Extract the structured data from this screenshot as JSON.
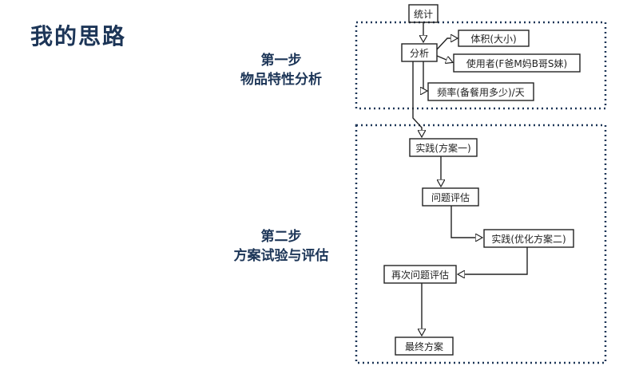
{
  "title": "我的思路",
  "steps": [
    {
      "heading": "第一步",
      "subtitle": "物品特性分析"
    },
    {
      "heading": "第二步",
      "subtitle": "方案试验与评估"
    }
  ],
  "nodes": {
    "stats": "统计",
    "analysis": "分析",
    "volume": "体积(大小)",
    "users": "使用者(F爸M妈B哥S妹)",
    "frequency": "频率(备餐用多少)/天",
    "practice1": "实践(方案一)",
    "eval1": "问题评估",
    "practice2": "实践(优化方案二)",
    "eval2": "再次问题评估",
    "final": "最终方案"
  },
  "colors": {
    "title": "#1c3557",
    "dotted_border": "#1c3557",
    "ink": "#222222"
  }
}
